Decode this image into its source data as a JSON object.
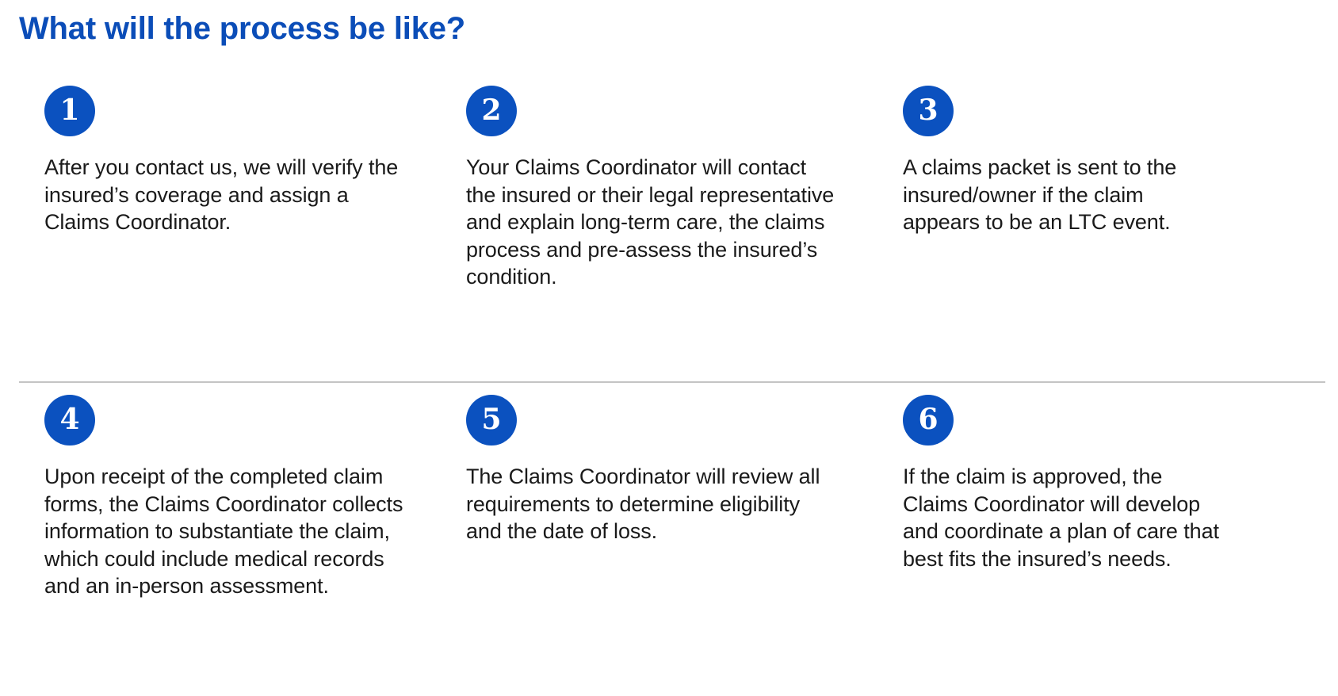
{
  "heading": {
    "title": "What will the process be like?",
    "color": "#0B4DB8"
  },
  "theme": {
    "badge_color": "#0B51BF",
    "badge_text_color": "#FFFFFF",
    "body_text_color": "#1A1A1A",
    "divider_color": "#C4C4C4",
    "background": "#FFFFFF"
  },
  "steps": [
    {
      "number": "1",
      "text": "After you contact us, we will verify the insured’s coverage and assign a Claims Coordinator."
    },
    {
      "number": "2",
      "text": "Your Claims Coordinator will contact the insured or their legal representative and explain long-term care, the claims process and pre-assess the insured’s condition."
    },
    {
      "number": "3",
      "text": "A claims packet is sent to the insured/owner if the claim appears to be an LTC event."
    },
    {
      "number": "4",
      "text": "Upon receipt of the completed claim forms, the Claims Coordinator collects information to substantiate the claim, which could include medical records and an in-person assessment."
    },
    {
      "number": "5",
      "text": "The Claims Coordinator will review all requirements to determine eligibility and the date of loss."
    },
    {
      "number": "6",
      "text": "If the claim is approved, the Claims Coordinator will develop and coordinate a plan of care that best fits the insured’s needs."
    }
  ]
}
